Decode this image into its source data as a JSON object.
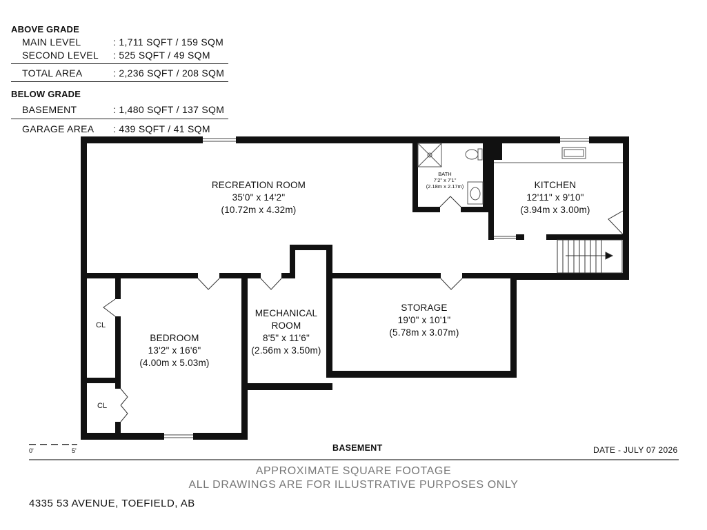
{
  "area_summary": {
    "above_grade": {
      "heading": "ABOVE GRADE",
      "rows": [
        {
          "label": "MAIN LEVEL",
          "value": ": 1,711 SQFT / 159 SQM"
        },
        {
          "label": "SECOND LEVEL",
          "value": ": 525 SQFT / 49 SQM"
        }
      ],
      "total": {
        "label": "TOTAL AREA",
        "value": ": 2,236 SQFT / 208 SQM"
      }
    },
    "below_grade": {
      "heading": "BELOW GRADE",
      "rows": [
        {
          "label": "BASEMENT",
          "value": ": 1,480 SQFT / 137 SQM"
        }
      ]
    },
    "garage": {
      "label": "GARAGE AREA",
      "value": ": 439 SQFT / 41 SQM"
    }
  },
  "rooms": {
    "recreation": {
      "name": "RECREATION ROOM",
      "imperial": "35'0\" x 14'2\"",
      "metric": "(10.72m x 4.32m)"
    },
    "kitchen": {
      "name": "KITCHEN",
      "imperial": "12'11\" x 9'10\"",
      "metric": "(3.94m x 3.00m)"
    },
    "bath": {
      "name": "BATH",
      "imperial": "7'2\" x 7'1\"",
      "metric": "(2.18m x 2.17m)"
    },
    "bedroom": {
      "name": "BEDROOM",
      "imperial": "13'2\" x 16'6\"",
      "metric": "(4.00m x 5.03m)"
    },
    "mechanical": {
      "name_line1": "MECHANICAL",
      "name_line2": "ROOM",
      "imperial": "8'5\" x 11'6\"",
      "metric": "(2.56m x 3.50m)"
    },
    "storage": {
      "name": "STORAGE",
      "imperial": "19'0\" x 10'1\"",
      "metric": "(5.78m x 3.07m)"
    },
    "closet_upper": {
      "name": "CL"
    },
    "closet_lower": {
      "name": "CL"
    }
  },
  "scale_bar": {
    "start": "0'",
    "end": "5'"
  },
  "floor_label": "BASEMENT",
  "date": "DATE - JULY 07 2026",
  "disclaimer": {
    "line1": "APPROXIMATE SQUARE FOOTAGE",
    "line2": "ALL DRAWINGS ARE FOR ILLUSTRATIVE PURPOSES ONLY"
  },
  "address": "4335 53 AVENUE, TOEFIELD, AB",
  "colors": {
    "wall": "#111111",
    "footer_text": "#777777",
    "fixture_line": "#444444"
  }
}
